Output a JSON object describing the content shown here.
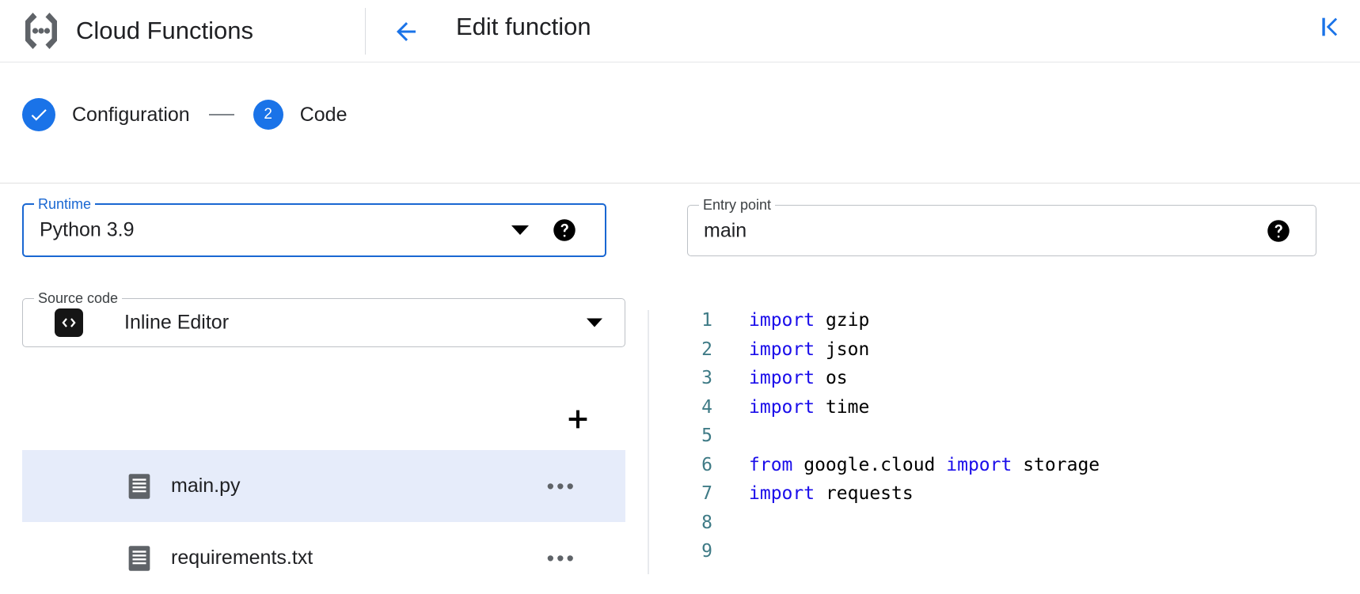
{
  "header": {
    "logo_icon": "cloud-functions-logo-icon",
    "brand_title": "Cloud Functions",
    "back_icon": "arrow-left-icon",
    "page_title": "Edit function",
    "collapse_icon": "collapse-panel-left-icon"
  },
  "stepper": {
    "steps": [
      {
        "marker": "check",
        "number": "",
        "label": "Configuration",
        "state": "complete"
      },
      {
        "marker": "number",
        "number": "2",
        "label": "Code",
        "state": "active"
      }
    ],
    "separator": "—"
  },
  "fields": {
    "runtime": {
      "legend": "Runtime",
      "value": "Python 3.9",
      "focused": true,
      "caret_icon": "chevron-down-icon",
      "help_icon": "help-icon"
    },
    "entry_point": {
      "legend": "Entry point",
      "value": "main",
      "placeholder": "Entry point",
      "focused": false,
      "help_icon": "help-icon"
    },
    "source_code": {
      "legend": "Source code",
      "value": "Inline Editor",
      "leading_icon": "code-brackets-icon",
      "caret_icon": "chevron-down-icon"
    }
  },
  "file_panel": {
    "add_button_icon": "plus-icon",
    "add_button_label": "+",
    "files": [
      {
        "name": "main.py",
        "icon": "file-document-icon",
        "selected": true,
        "more_icon": "more-horizontal-icon",
        "more_label": "•••"
      },
      {
        "name": "requirements.txt",
        "icon": "file-document-icon",
        "selected": false,
        "more_icon": "more-horizontal-icon",
        "more_label": "•••"
      }
    ]
  },
  "editor": {
    "language": "python",
    "lines": [
      {
        "num": "1",
        "tokens": [
          {
            "t": "import",
            "k": true
          },
          {
            "t": " gzip",
            "k": false
          }
        ]
      },
      {
        "num": "2",
        "tokens": [
          {
            "t": "import",
            "k": true
          },
          {
            "t": " json",
            "k": false
          }
        ]
      },
      {
        "num": "3",
        "tokens": [
          {
            "t": "import",
            "k": true
          },
          {
            "t": " os",
            "k": false
          }
        ]
      },
      {
        "num": "4",
        "tokens": [
          {
            "t": "import",
            "k": true
          },
          {
            "t": " time",
            "k": false
          }
        ]
      },
      {
        "num": "5",
        "tokens": []
      },
      {
        "num": "6",
        "tokens": [
          {
            "t": "from",
            "k": true
          },
          {
            "t": " google.cloud ",
            "k": false
          },
          {
            "t": "import",
            "k": true
          },
          {
            "t": " storage",
            "k": false
          }
        ]
      },
      {
        "num": "7",
        "tokens": [
          {
            "t": "import",
            "k": true
          },
          {
            "t": " requests",
            "k": false
          }
        ]
      },
      {
        "num": "8",
        "tokens": []
      },
      {
        "num": "9",
        "tokens": []
      }
    ]
  },
  "colors": {
    "accent_blue": "#1a73e8",
    "focus_blue": "#1967d2",
    "keyword_blue": "#1a0dea",
    "line_number": "#3f7b86",
    "selected_row": "#e6ecfa",
    "border_grey": "#bdc1c6",
    "text_primary": "#202124"
  }
}
